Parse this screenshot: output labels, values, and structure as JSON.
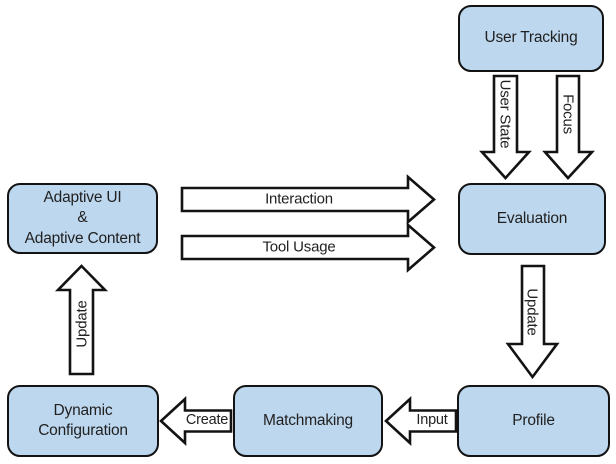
{
  "diagram": {
    "boxes": {
      "user_tracking": {
        "label": "User Tracking"
      },
      "evaluation": {
        "label": "Evaluation"
      },
      "adaptive": {
        "lines": [
          "Adaptive UI",
          "&",
          "Adaptive Content"
        ]
      },
      "dynamic_configuration": {
        "lines": [
          "Dynamic",
          "Configuration"
        ]
      },
      "matchmaking": {
        "label": "Matchmaking"
      },
      "profile": {
        "label": "Profile"
      }
    },
    "arrows": {
      "user_state": {
        "label": "User State",
        "direction": "down",
        "from": "user_tracking",
        "to": "evaluation"
      },
      "focus": {
        "label": "Focus",
        "direction": "down",
        "from": "user_tracking",
        "to": "evaluation"
      },
      "interaction": {
        "label": "Interaction",
        "direction": "right",
        "from": "adaptive",
        "to": "evaluation"
      },
      "tool_usage": {
        "label": "Tool Usage",
        "direction": "right",
        "from": "adaptive",
        "to": "evaluation"
      },
      "update_to_profile": {
        "label": "Update",
        "direction": "down",
        "from": "evaluation",
        "to": "profile"
      },
      "update_to_adaptive": {
        "label": "Update",
        "direction": "up",
        "from": "dynamic_configuration",
        "to": "adaptive"
      },
      "create": {
        "label": "Create",
        "direction": "left",
        "from": "matchmaking",
        "to": "dynamic_configuration"
      },
      "input": {
        "label": "Input",
        "direction": "left",
        "from": "profile",
        "to": "matchmaking"
      }
    },
    "colors": {
      "box_fill": "#BDD7EE",
      "box_border": "#131313",
      "arrow_fill": "#FFFFFF",
      "arrow_border": "#131313",
      "text": "#212121",
      "background": "#FFFFFF"
    }
  }
}
